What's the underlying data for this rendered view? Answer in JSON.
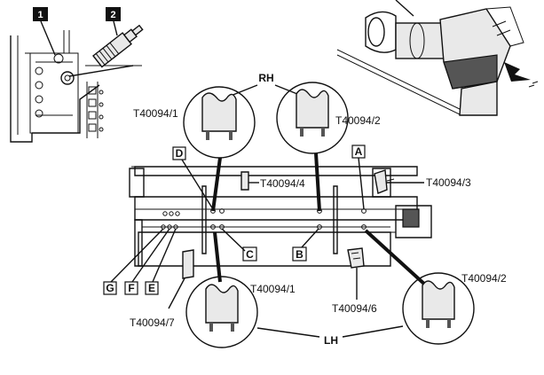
{
  "inset_keys": [
    "1",
    "2"
  ],
  "group_labels": {
    "rh": "RH",
    "lh": "LH"
  },
  "tools": {
    "t1_top": "T40094/1",
    "t2_top": "T40094/2",
    "t3": "T40094/3",
    "t4": "T40094/4",
    "t6": "T40094/6",
    "t7": "T40094/7",
    "t1_bottom": "T40094/1",
    "t2_bottom": "T40094/2"
  },
  "points": {
    "a": "A",
    "b": "B",
    "c": "C",
    "d": "D",
    "e": "E",
    "f": "F",
    "g": "G"
  }
}
